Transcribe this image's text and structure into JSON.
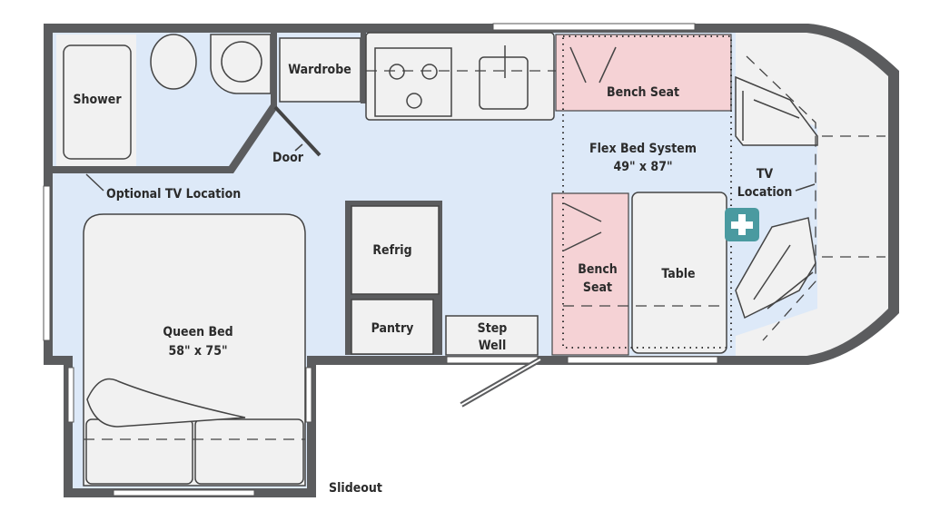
{
  "colors": {
    "wall": "#5b5c5e",
    "floor": "#dde9f8",
    "furniture": "#f1f1f1",
    "bench": "#f5d2d5",
    "first_aid": "#4a9aa0"
  },
  "labels": {
    "shower": "Shower",
    "wardrobe": "Wardrobe",
    "door": "Door",
    "optional_tv": "Optional TV Location",
    "refrig": "Refrig",
    "pantry": "Pantry",
    "step_well_1": "Step",
    "step_well_2": "Well",
    "queen_bed": "Queen Bed",
    "queen_bed_size": "58\" x 75\"",
    "bench_seat_top": "Bench Seat",
    "bench_seat_1": "Bench",
    "bench_seat_2": "Seat",
    "flex_bed": "Flex Bed System",
    "flex_bed_size": "49\" x 87\"",
    "table": "Table",
    "tv_1": "TV",
    "tv_2": "Location",
    "slideout": "Slideout"
  },
  "icons": {
    "first_aid": "first-aid-plus-icon"
  }
}
